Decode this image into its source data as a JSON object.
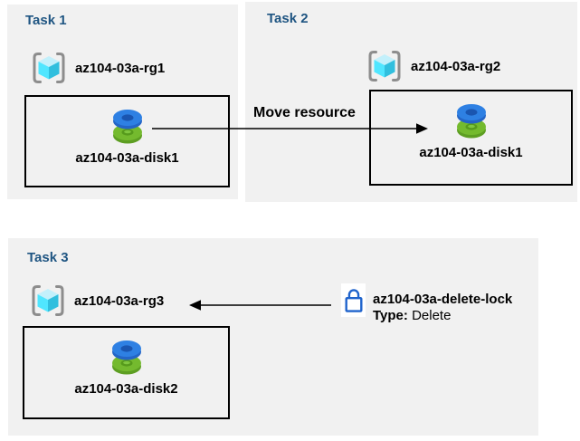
{
  "diagram": {
    "panels": {
      "task1": {
        "title": "Task 1",
        "resource_group": "az104-03a-rg1",
        "resource": "az104-03a-disk1"
      },
      "task2": {
        "title": "Task 2",
        "resource_group": "az104-03a-rg2",
        "resource": "az104-03a-disk1"
      },
      "task3": {
        "title": "Task 3",
        "resource_group": "az104-03a-rg3",
        "resource": "az104-03a-disk2"
      }
    },
    "annotations": {
      "move_label": "Move resource",
      "lock_name": "az104-03a-delete-lock",
      "lock_type_label": "Type:",
      "lock_type_value": "Delete"
    },
    "icons": {
      "resource_group": "resource-group-icon",
      "disk": "disk-icon",
      "lock": "lock-icon"
    },
    "colors": {
      "panel_bg": "#F1F1F1",
      "title_blue": "#1F5582",
      "text": "#000000",
      "arrow": "#000000",
      "lock_blue": "#1F63CC",
      "disk_blue": "#2E80E3",
      "disk_blue_hole": "#1A55B0",
      "disk_green": "#74BA2E",
      "disk_green_side": "#5D9E22",
      "cube_top": "#C3F0FB",
      "cube_left": "#50E6FF",
      "cube_right": "#31BFDE",
      "bracket_gray": "#8D8D8D"
    }
  }
}
